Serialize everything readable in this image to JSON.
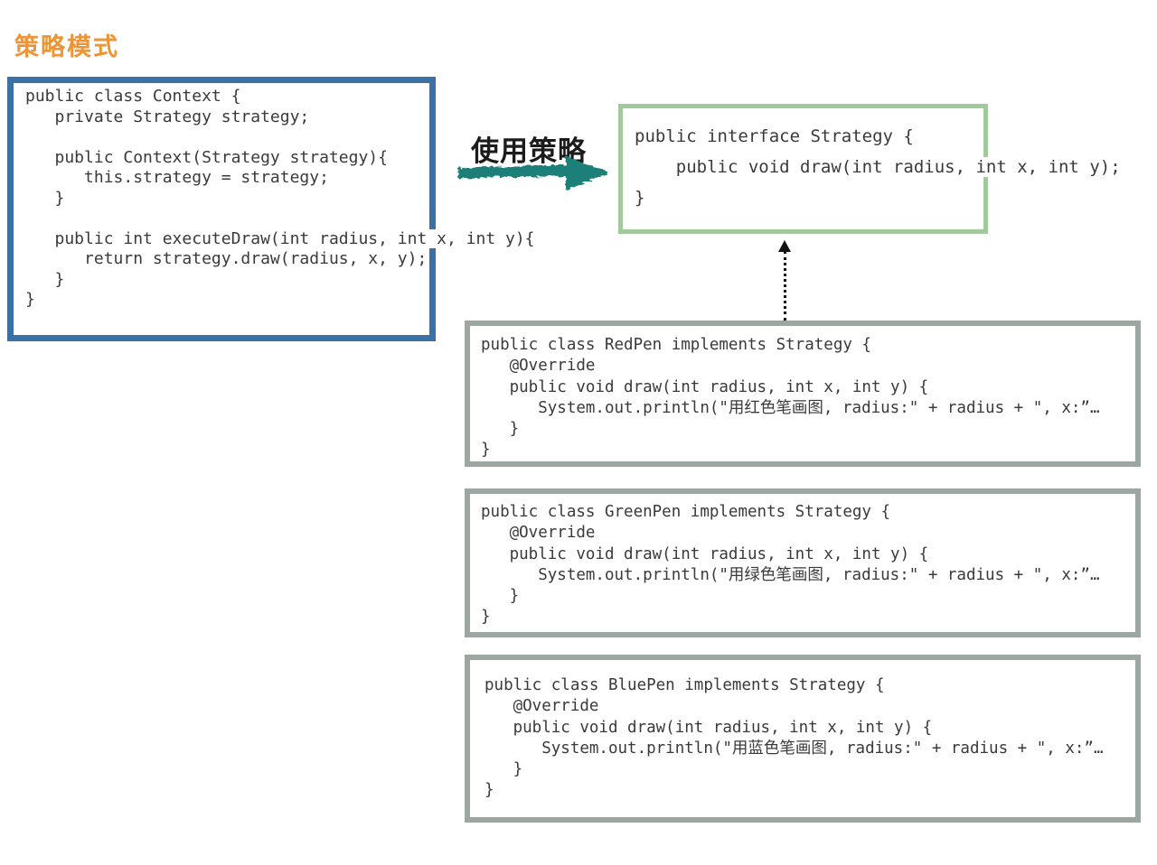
{
  "title": "策略模式",
  "arrow_label": "使用策略",
  "colors": {
    "title": "#ee9435",
    "contextBorder": "#3c71a6",
    "strategyBorder": "#a0ca9b",
    "implBorder": "#9da7a1",
    "arrow": "#1f8078"
  },
  "context_box": {
    "lines": [
      "public class Context {",
      "   private Strategy strategy;",
      "",
      "   public Context(Strategy strategy){",
      "      this.strategy = strategy;",
      "   }",
      "",
      "   public int executeDraw(int radius, int x, int y){",
      "      return strategy.draw(radius, x, y);",
      "   }",
      "}"
    ]
  },
  "strategy_box": {
    "lines": [
      "public interface Strategy {",
      "    public void draw(int radius, int x, int y);",
      "}"
    ]
  },
  "implementations": [
    {
      "name": "RedPen",
      "lines": [
        "public class RedPen implements Strategy {",
        "   @Override",
        "   public void draw(int radius, int x, int y) {",
        "      System.out.println(\"用红色笔画图, radius:\" + radius + \", x:”…",
        "   }",
        "}"
      ]
    },
    {
      "name": "GreenPen",
      "lines": [
        "public class GreenPen implements Strategy {",
        "   @Override",
        "   public void draw(int radius, int x, int y) {",
        "      System.out.println(\"用绿色笔画图, radius:\" + radius + \", x:”…",
        "   }",
        "}"
      ]
    },
    {
      "name": "BluePen",
      "lines": [
        "public class BluePen implements Strategy {",
        "   @Override",
        "   public void draw(int radius, int x, int y) {",
        "      System.out.println(\"用蓝色笔画图, radius:\" + radius + \", x:”…",
        "   }",
        "}"
      ]
    }
  ]
}
